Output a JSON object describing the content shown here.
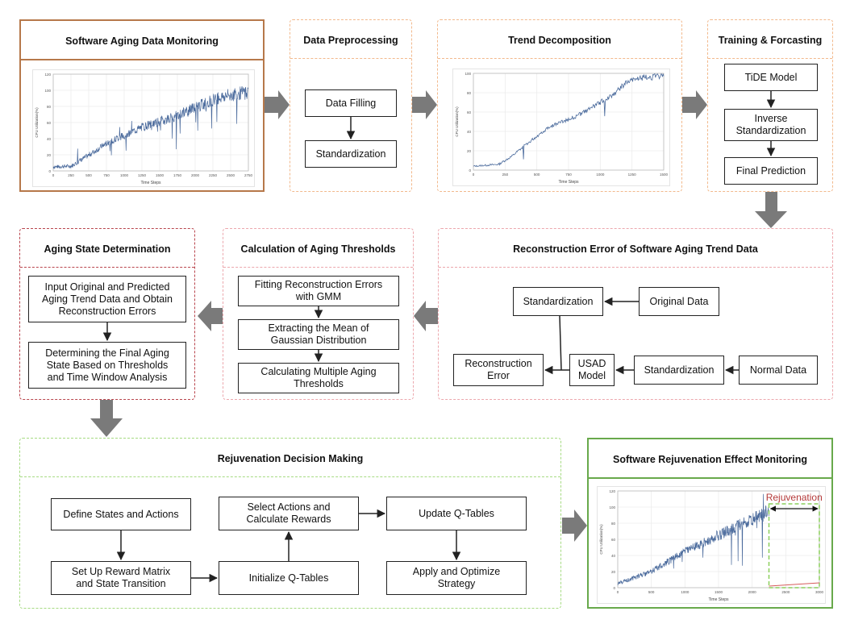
{
  "panels": {
    "monitoring": {
      "title": "Software Aging Data Monitoring"
    },
    "preprocessing": {
      "title": "Data Preprocessing",
      "boxes": [
        "Data Filling",
        "Standardization"
      ]
    },
    "trend": {
      "title": "Trend Decomposition"
    },
    "training": {
      "title": "Training & Forcasting",
      "boxes": [
        "TiDE Model",
        "Inverse",
        "Standardization",
        "Final Prediction"
      ]
    },
    "reconstruction": {
      "title": "Reconstruction Error of Software Aging Trend Data",
      "boxes": {
        "standardization_top": "Standardization",
        "original": "Original Data",
        "recon_line1": "Reconstruction",
        "recon_line2": "Error",
        "usad_line1": "USAD",
        "usad_line2": "Model",
        "standardization_bottom": "Standardization",
        "normal": "Normal Data"
      }
    },
    "thresholds": {
      "title": "Calculation of Aging Thresholds",
      "boxes": [
        [
          "Fitting Reconstruction Errors",
          "with GMM"
        ],
        [
          "Extracting the Mean of",
          "Gaussian Distribution"
        ],
        [
          "Calculating Multiple Aging",
          "Thresholds"
        ]
      ]
    },
    "aging_state": {
      "title": "Aging State Determination",
      "boxes": [
        [
          "Input Original and Predicted",
          "Aging Trend Data and Obtain",
          "Reconstruction Errors"
        ],
        [
          "Determining the Final Aging",
          "State Based on Thresholds",
          "and Time Window Analysis"
        ]
      ]
    },
    "rejuvenation": {
      "title": "Rejuvenation Decision Making",
      "boxes": {
        "define": "Define States and Actions",
        "select_line1": "Select Actions and",
        "select_line2": "Calculate Rewards",
        "update": "Update Q-Tables",
        "setup_line1": "Set Up Reward Matrix",
        "setup_line2": "and State Transition",
        "init": "Initialize Q-Tables",
        "apply_line1": "Apply and Optimize",
        "apply_line2": "Strategy"
      }
    },
    "effect": {
      "title": "Software Rejuvenation Effect Monitoring",
      "annotation": "Rejuvenation"
    }
  },
  "colors": {
    "series": "#4a6a9c",
    "gray_arrow": "#7a7a7a",
    "rejuvenation_red": "#b53a3a",
    "rejuvenation_green": "#8ccf5c"
  },
  "chart_data": [
    {
      "type": "line",
      "name": "monitoring",
      "title": "",
      "xlabel": "Time Steps",
      "ylabel": "CPU Utilization(%)",
      "xlim": [
        0,
        2700
      ],
      "ylim": [
        0,
        120
      ],
      "x_ticks": [
        "0",
        "250",
        "500",
        "750",
        "1000",
        "1250",
        "1500",
        "1750",
        "2000",
        "2250",
        "2500",
        "2750"
      ],
      "y_ticks": [
        "0",
        "20",
        "40",
        "60",
        "80",
        "100",
        "120"
      ],
      "x": [
        0,
        250,
        500,
        750,
        1000,
        1250,
        1500,
        1750,
        2000,
        2250,
        2500,
        2700
      ],
      "values": [
        5,
        6,
        20,
        35,
        45,
        55,
        62,
        70,
        80,
        90,
        95,
        98
      ]
    },
    {
      "type": "line",
      "name": "trend",
      "title": "",
      "xlabel": "Time Steps",
      "ylabel": "CPU Utilization(%)",
      "xlim": [
        0,
        1500
      ],
      "ylim": [
        0,
        100
      ],
      "x_ticks": [
        "0",
        "250",
        "500",
        "750",
        "1000",
        "1250",
        "1500"
      ],
      "y_ticks": [
        "0",
        "20",
        "40",
        "60",
        "80",
        "100"
      ],
      "x": [
        0,
        100,
        200,
        300,
        400,
        500,
        600,
        700,
        800,
        900,
        1000,
        1100,
        1200,
        1300,
        1400,
        1500
      ],
      "values": [
        4,
        5,
        6,
        14,
        25,
        35,
        45,
        50,
        55,
        62,
        70,
        78,
        90,
        95,
        96,
        98
      ]
    },
    {
      "type": "line",
      "name": "effect",
      "title": "",
      "xlabel": "Time Steps",
      "ylabel": "CPU Utilization(%)",
      "xlim": [
        0,
        3000
      ],
      "ylim": [
        0,
        120
      ],
      "x_ticks": [
        "0",
        "500",
        "1000",
        "1500",
        "2000",
        "2500",
        "3000"
      ],
      "y_ticks": [
        "0",
        "20",
        "40",
        "60",
        "80",
        "100",
        "120"
      ],
      "x": [
        0,
        500,
        1000,
        1500,
        2000,
        2250
      ],
      "values": [
        5,
        20,
        45,
        65,
        85,
        95
      ],
      "rejuvenation_x": [
        2250,
        3000
      ],
      "rejuvenation_values": [
        2,
        6
      ]
    }
  ]
}
